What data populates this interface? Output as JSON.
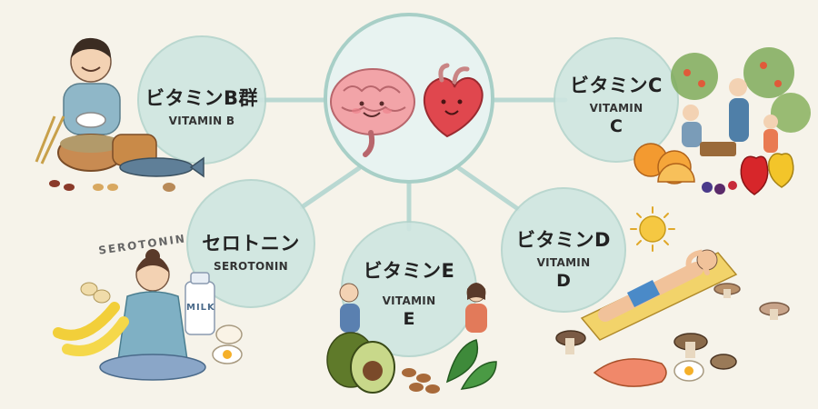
{
  "center": {
    "icons": [
      "brain-icon",
      "heart-icon"
    ]
  },
  "nodes": {
    "vitamin_b": {
      "jp": "ビタミンB群",
      "en": "VITAMIN B"
    },
    "vitamin_c": {
      "jp": "ビタミンC",
      "en": "VITAMIN",
      "letter": "C"
    },
    "serotonin": {
      "jp": "セロトニン",
      "en": "SEROTONIN"
    },
    "vitamin_e": {
      "jp": "ビタミンE",
      "en": "VITAMIN",
      "letter": "E"
    },
    "vitamin_d": {
      "jp": "ビタミンD",
      "en": "VITAMIN",
      "letter": "D"
    }
  },
  "decorations": {
    "serotonin_arc": "SEROTONIN",
    "milk_label": "MILK"
  },
  "colors": {
    "background": "#f6f3ea",
    "circle_fill": "#cfe6e1",
    "circle_stroke": "#b4d4cd",
    "connector": "#b9d8d2",
    "brain": "#f2a4a8",
    "heart": "#e0474e"
  }
}
